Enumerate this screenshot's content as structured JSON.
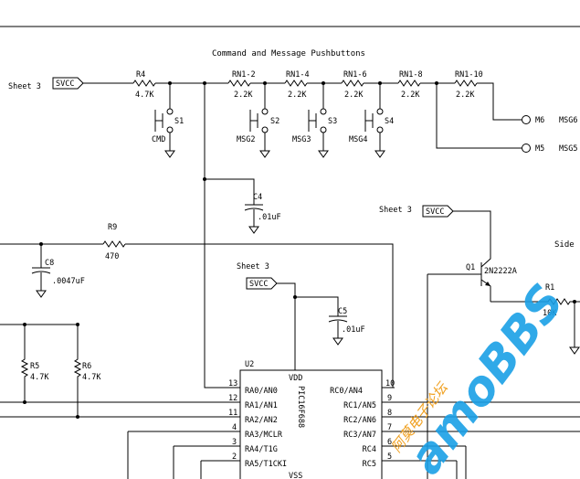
{
  "title": "Command and Message Pushbuttons",
  "sheet_refs": [
    "Sheet 3",
    "Sheet 3",
    "Sheet 3"
  ],
  "ports": [
    "SVCC",
    "SVCC",
    "SVCC"
  ],
  "side_text": "Side",
  "resistors": {
    "r4": {
      "ref": "R4",
      "value": "4.7K"
    },
    "rn1_2": {
      "ref": "RN1-2",
      "value": "2.2K"
    },
    "rn1_4": {
      "ref": "RN1-4",
      "value": "2.2K"
    },
    "rn1_6": {
      "ref": "RN1-6",
      "value": "2.2K"
    },
    "rn1_8": {
      "ref": "RN1-8",
      "value": "2.2K"
    },
    "rn1_10": {
      "ref": "RN1-10",
      "value": "2.2K"
    },
    "r9": {
      "ref": "R9",
      "value": "470"
    },
    "r5": {
      "ref": "R5",
      "value": "4.7K"
    },
    "r6": {
      "ref": "R6",
      "value": "4.7K"
    },
    "r1": {
      "ref": "R1",
      "value": "10K"
    }
  },
  "switches": [
    {
      "ref": "S1",
      "label": "CMD"
    },
    {
      "ref": "S2",
      "label": "MSG2"
    },
    {
      "ref": "S3",
      "label": "MSG3"
    },
    {
      "ref": "S4",
      "label": "MSG4"
    }
  ],
  "outputs": [
    {
      "ref": "M6",
      "label": "MSG6"
    },
    {
      "ref": "M5",
      "label": "MSG5"
    }
  ],
  "capacitors": {
    "c4": {
      "ref": "C4",
      "value": ".01uF"
    },
    "c8": {
      "ref": "C8",
      "value": ".0047uF"
    },
    "c5": {
      "ref": "C5",
      "value": ".01uF"
    }
  },
  "transistor": {
    "ref": "Q1",
    "part": "2N2222A"
  },
  "ic": {
    "ref": "U2",
    "part": "PIC16F688",
    "vdd": "VDD",
    "vss": "VSS",
    "left_pins": [
      {
        "num": "13",
        "name": "RA0/AN0"
      },
      {
        "num": "12",
        "name": "RA1/AN1"
      },
      {
        "num": "11",
        "name": "RA2/AN2"
      },
      {
        "num": "4",
        "name": "RA3/MCLR"
      },
      {
        "num": "3",
        "name": "RA4/T1G"
      },
      {
        "num": "2",
        "name": "RA5/T1CKI"
      }
    ],
    "right_pins": [
      {
        "num": "10",
        "name": "RC0/AN4"
      },
      {
        "num": "9",
        "name": "RC1/AN5"
      },
      {
        "num": "8",
        "name": "RC2/AN6"
      },
      {
        "num": "7",
        "name": "RC3/AN7"
      },
      {
        "num": "6",
        "name": "RC4"
      },
      {
        "num": "5",
        "name": "RC5"
      }
    ]
  },
  "watermark": {
    "main": "amoBBS",
    "sub": "阿莫电子论坛"
  }
}
